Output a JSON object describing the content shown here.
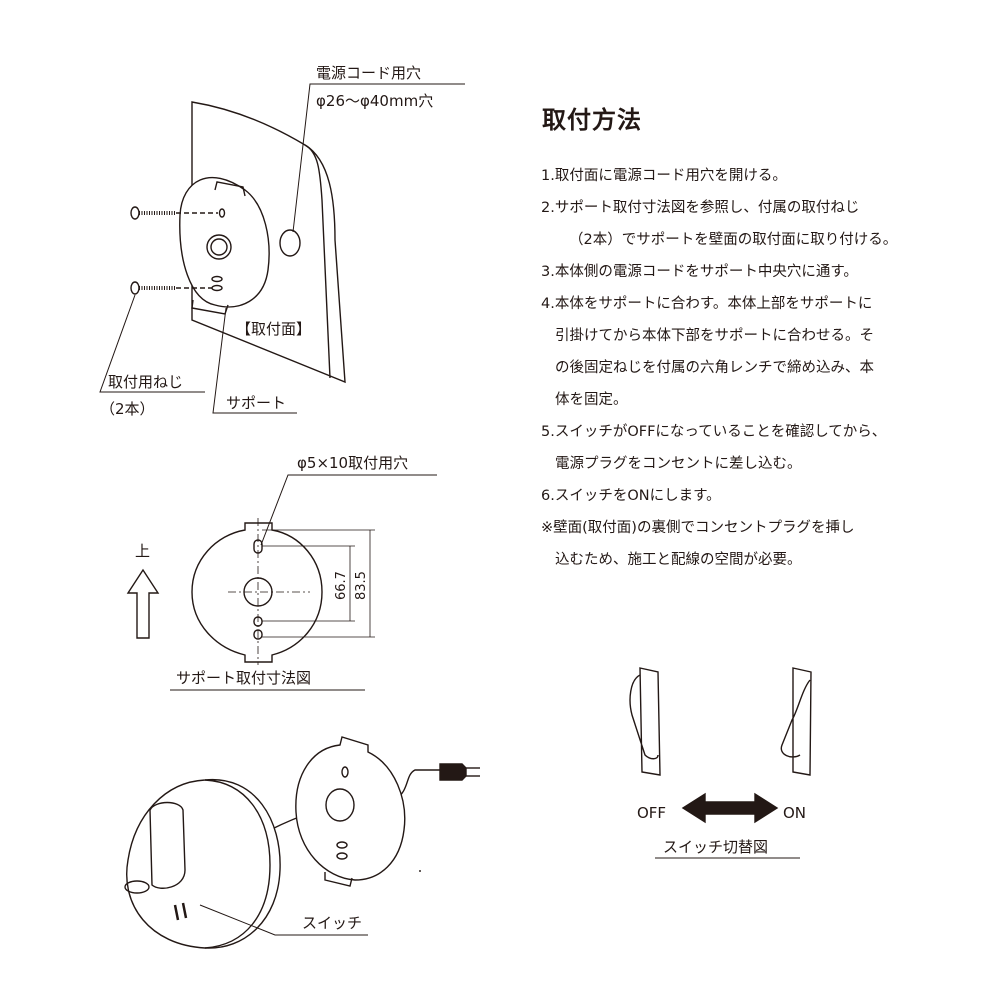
{
  "top_diagram": {
    "cord_hole_label": "電源コード用穴",
    "cord_hole_size": "φ26～φ40mm穴",
    "mount_surface_label": "【取付面】",
    "screws_label": "取付用ねじ",
    "screws_count": "（2本）",
    "support_label": "サポート"
  },
  "dimension_diagram": {
    "hole_label": "φ5×10取付用穴",
    "up_label": "上",
    "dim_inner": "66.7",
    "dim_outer": "83.5",
    "caption": "サポート取付寸法図"
  },
  "assembly_diagram": {
    "switch_label": "スイッチ"
  },
  "switch_diagram": {
    "off_label": "OFF",
    "on_label": "ON",
    "caption": "スイッチ切替図"
  },
  "instructions": {
    "title": "取付方法",
    "lines": [
      "1.取付面に電源コード用穴を開ける。",
      "2.サポート取付寸法図を参照し、付属の取付ねじ",
      "（2本）でサポートを壁面の取付面に取り付ける。",
      "3.本体側の電源コードをサポート中央穴に通す。",
      "4.本体をサポートに合わす。本体上部をサポートに",
      "引掛けてから本体下部をサポートに合わせる。そ",
      "の後固定ねじを付属の六角レンチで締め込み、本",
      "体を固定。",
      "5.スイッチがOFFになっていることを確認してから、",
      "電源プラグをコンセントに差し込む。",
      "6.スイッチをONにします。",
      "※壁面(取付面)の裏側でコンセントプラグを挿し",
      "込むため、施工と配線の空間が必要。"
    ]
  }
}
